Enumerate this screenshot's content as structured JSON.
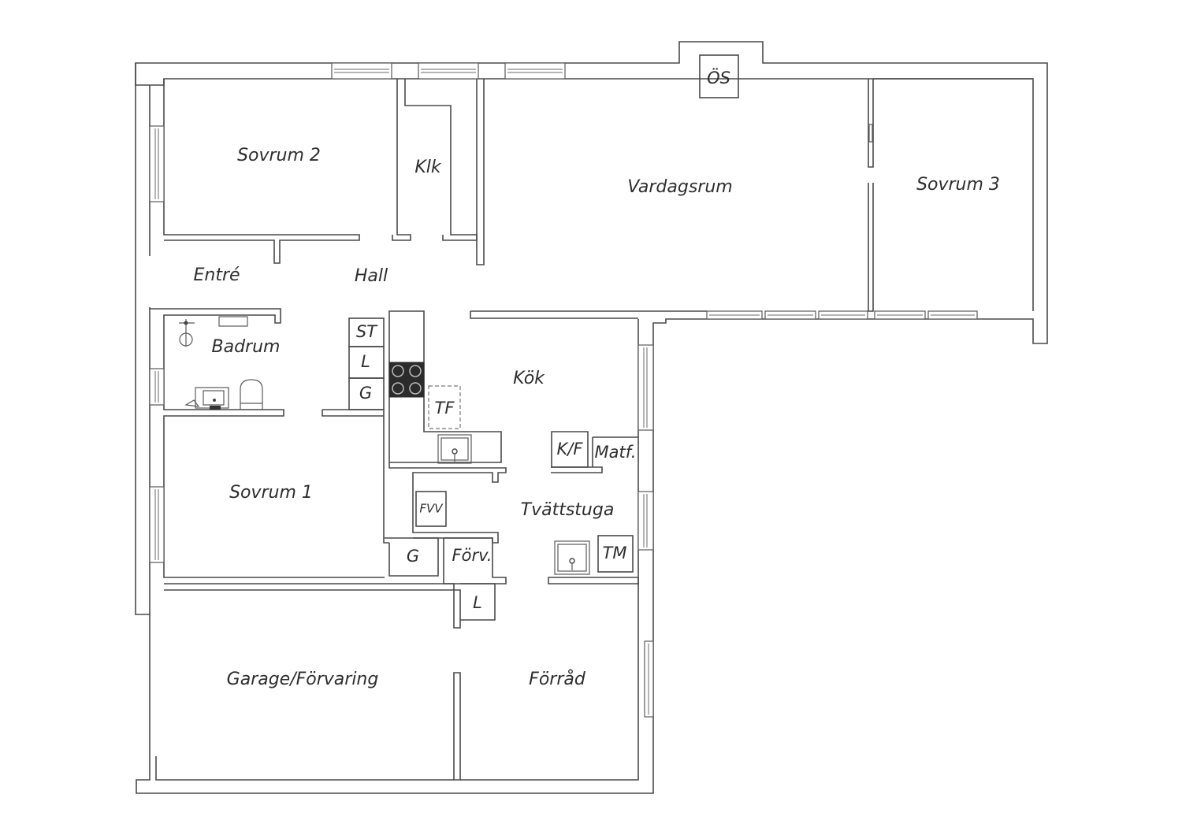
{
  "rooms": {
    "sovrum2": "Sovrum 2",
    "klk": "Klk",
    "vardagsrum": "Vardagsrum",
    "sovrum3": "Sovrum 3",
    "os": "ÖS",
    "entre": "Entré",
    "hall": "Hall",
    "badrum": "Badrum",
    "st": "ST",
    "l_upper": "L",
    "g_upper": "G",
    "tf": "TF",
    "kok": "Kök",
    "kf": "K/F",
    "matf": "Matf.",
    "sovrum1": "Sovrum 1",
    "fvv": "FVV",
    "tvattstuga": "Tvättstuga",
    "tm": "TM",
    "g_lower": "G",
    "forv": "Förv.",
    "l_lower": "L",
    "garage": "Garage/Förvaring",
    "forrad": "Förråd"
  }
}
